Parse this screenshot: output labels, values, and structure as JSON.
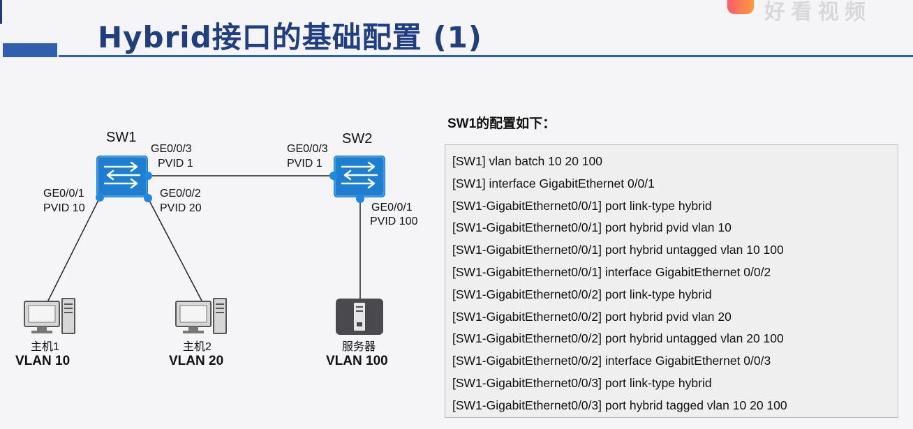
{
  "slide": {
    "title": "Hybrid接口的基础配置 (1)",
    "watermark": "好 看 视 频"
  },
  "diagram": {
    "switches": {
      "sw1": {
        "name": "SW1"
      },
      "sw2": {
        "name": "SW2"
      }
    },
    "ports": {
      "sw1_ge003": {
        "port": "GE0/0/3",
        "pvid": "PVID 1"
      },
      "sw1_ge001": {
        "port": "GE0/0/1",
        "pvid": "PVID 10"
      },
      "sw1_ge002": {
        "port": "GE0/0/2",
        "pvid": "PVID 20"
      },
      "sw2_ge003": {
        "port": "GE0/0/3",
        "pvid": "PVID 1"
      },
      "sw2_ge001": {
        "port": "GE0/0/1",
        "pvid": "PVID 100"
      }
    },
    "hosts": [
      {
        "name": "主机1",
        "vlan": "VLAN 10",
        "icon": "pc-icon"
      },
      {
        "name": "主机2",
        "vlan": "VLAN 20",
        "icon": "pc-icon"
      },
      {
        "name": "服务器",
        "vlan": "VLAN 100",
        "icon": "server-icon"
      }
    ],
    "colors": {
      "switch": "#1e7fd0",
      "port_dot": "#1e88e5",
      "link": "#222222"
    }
  },
  "config": {
    "heading": "SW1的配置如下：",
    "lines": [
      "[SW1] vlan batch 10 20 100",
      "[SW1] interface GigabitEthernet 0/0/1",
      "[SW1-GigabitEthernet0/0/1] port link-type hybrid",
      "[SW1-GigabitEthernet0/0/1] port hybrid pvid vlan 10",
      "[SW1-GigabitEthernet0/0/1] port hybrid untagged vlan 10 100",
      "[SW1-GigabitEthernet0/0/1] interface GigabitEthernet 0/0/2",
      "[SW1-GigabitEthernet0/0/2] port link-type hybrid",
      "[SW1-GigabitEthernet0/0/2] port hybrid pvid vlan 20",
      "[SW1-GigabitEthernet0/0/2] port hybrid untagged vlan 20 100",
      "[SW1-GigabitEthernet0/0/2] interface GigabitEthernet 0/0/3",
      "[SW1-GigabitEthernet0/0/3] port link-type hybrid",
      "[SW1-GigabitEthernet0/0/3] port hybrid tagged vlan 10 20 100"
    ]
  }
}
